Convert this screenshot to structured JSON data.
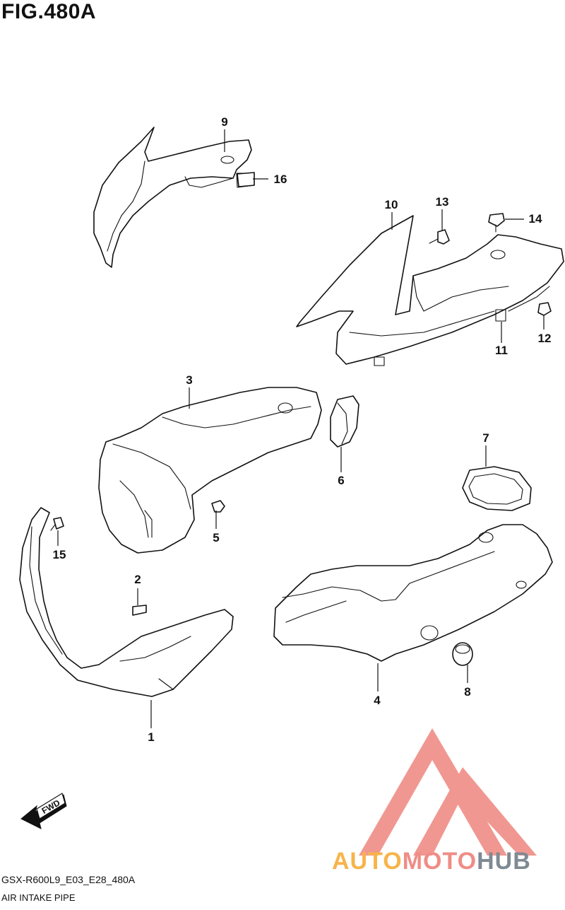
{
  "figure": {
    "title": "FIG.480A",
    "model_code": "GSX-R600L9_E03_E28_480A",
    "name": "AIR INTAKE PIPE"
  },
  "fwd_label": "FWD",
  "watermark": {
    "part1": "AUTO",
    "part2": "MOTO",
    "part3": "HUB",
    "colors": {
      "auto": "#f7b44a",
      "moto": "#ef8d86",
      "hub": "#7f8a93",
      "mark": "#f08c86"
    }
  },
  "callouts": [
    "1",
    "2",
    "3",
    "4",
    "5",
    "6",
    "7",
    "8",
    "9",
    "10",
    "11",
    "12",
    "13",
    "14",
    "15",
    "16"
  ]
}
